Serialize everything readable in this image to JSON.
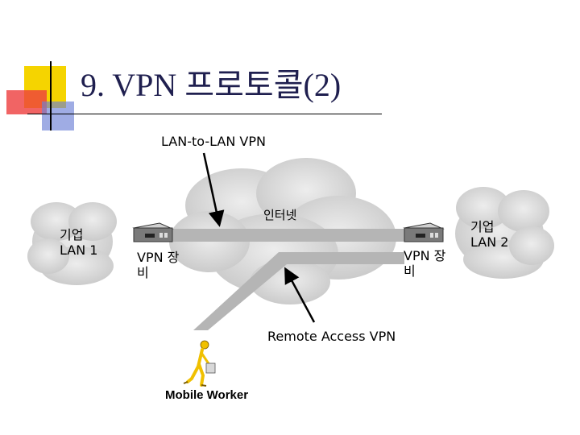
{
  "slide": {
    "title": "9. VPN 프로토콜(2)"
  },
  "diagram": {
    "lan_to_lan_label": "LAN-to-LAN VPN",
    "internet_label": "인터넷",
    "lan1_label": "기업\nLAN 1",
    "lan2_label": "기업\nLAN 2",
    "vpn_device_left_label": "VPN 장\n비",
    "vpn_device_right_label": "VPN 장\n비",
    "remote_access_label": "Remote Access VPN",
    "mobile_worker_label": "Mobile Worker"
  },
  "colors": {
    "title": "#1f1f4f",
    "accent_yellow": "#f5d400",
    "accent_red": "#ee3d3d",
    "accent_blue": "#6b7fd6",
    "tunnel_fill": "#b5b5b5",
    "cloud_fill": "#e0e0e0",
    "device_fill": "#7a7a7a",
    "worker_figure": "#f0c000"
  },
  "icons": [
    "cloud-icon",
    "vpn-device-icon",
    "mobile-worker-icon",
    "arrow-icon"
  ]
}
